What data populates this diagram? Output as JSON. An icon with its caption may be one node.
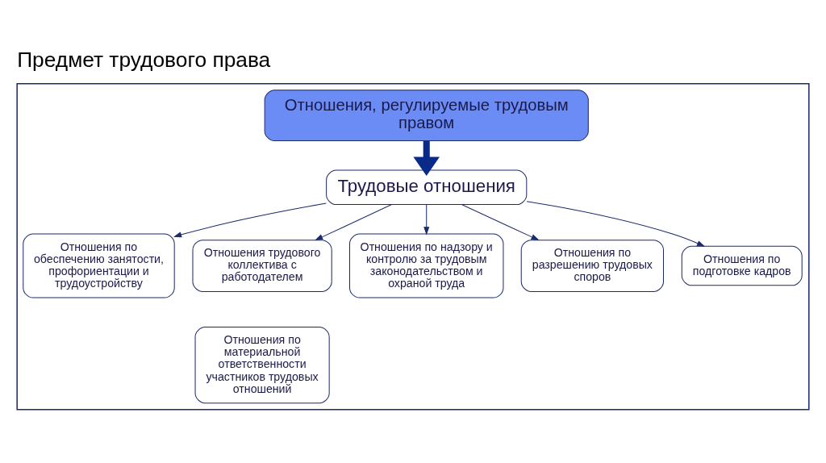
{
  "diagram": {
    "title": "Предмет трудового права",
    "nodes": [
      {
        "text": [],
        "shape": "box"
      },
      {
        "text": [
          "Отношения, регулируемые трудовым правом"
        ],
        "in": 0
      },
      {
        "text": [
          "Трудовые отношения"
        ],
        "in": 0
      },
      {
        "text": [
          "Отношения по обеспечению занятости, профориентации и трудоустройству"
        ],
        "in": 0
      },
      {
        "text": [
          "Отношения трудового коллектива с работодателем"
        ],
        "in": 0
      },
      {
        "text": [
          "Отношения по надзору и контролю за трудовым законодательством и охраной труда"
        ],
        "in": 0
      },
      {
        "text": [
          "Отношения по разрешению трудовых споров"
        ],
        "in": 0
      },
      {
        "text": [
          "Отношения по подготовке кадров"
        ],
        "in": 0
      },
      {
        "text": [
          "Отношения по материальной ответственности участников трудовых отношений"
        ],
        "in": 0
      }
    ],
    "edges": [
      {
        "from": 1,
        "to": 2,
        "arrow": "to",
        "style": "thick",
        "color": "#0a2a8a"
      },
      {
        "from": 2,
        "to": 3,
        "arrow": "to"
      },
      {
        "from": 2,
        "to": 4,
        "arrow": "to"
      },
      {
        "from": 2,
        "to": 5,
        "arrow": "to"
      },
      {
        "from": 2,
        "to": 6,
        "arrow": "to"
      },
      {
        "from": 2,
        "to": 7,
        "arrow": "to"
      }
    ]
  }
}
